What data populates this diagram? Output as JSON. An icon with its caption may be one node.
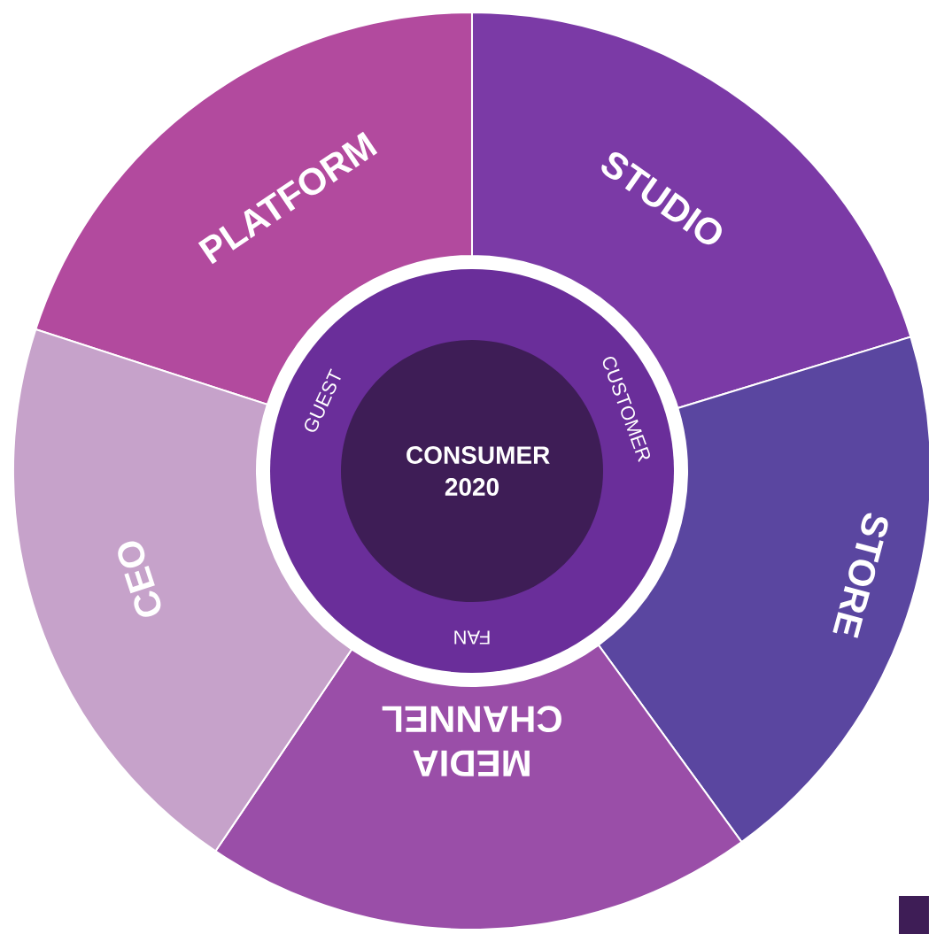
{
  "diagram": {
    "nodes": [
      {
        "text": [
          "PLATFORM"
        ]
      },
      {
        "text": [
          "STUDIO"
        ]
      },
      {
        "text": [
          "STORE"
        ]
      },
      {
        "text": [
          "MEDIA CHANNEL"
        ]
      },
      {
        "text": [
          "CEO"
        ]
      },
      {
        "text": [
          "GUEST",
          "CUSTOMER",
          "FAN"
        ]
      },
      {
        "text": [
          "CONSUMER 2020"
        ],
        "in": 5
      }
    ]
  }
}
